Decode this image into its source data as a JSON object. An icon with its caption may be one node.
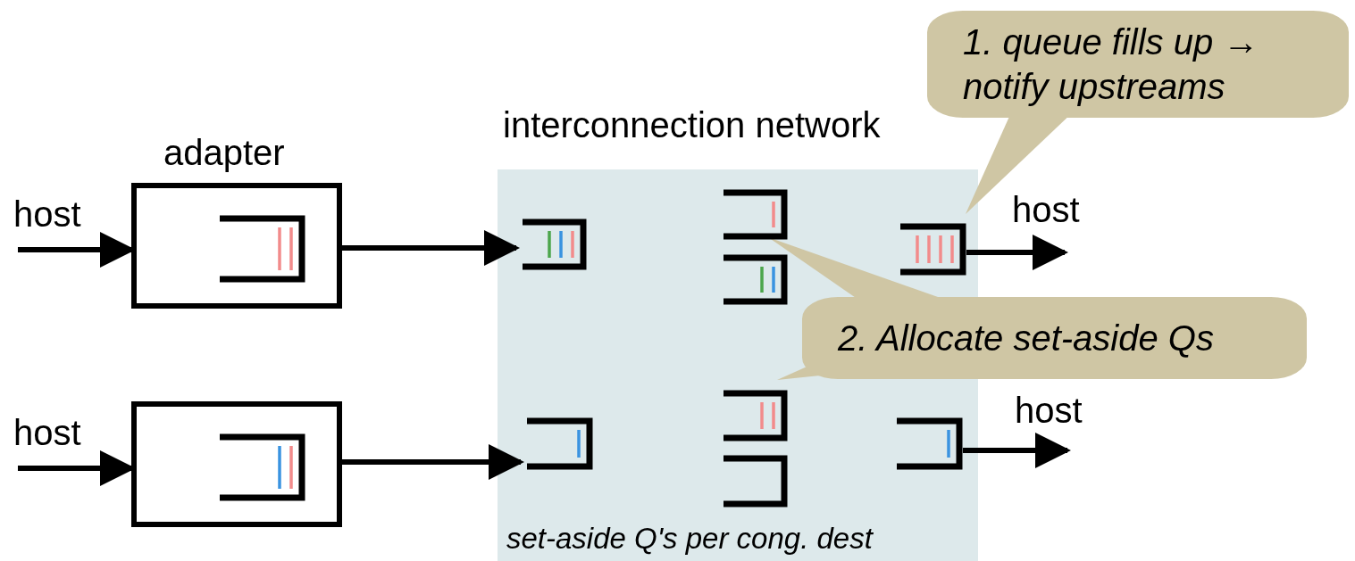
{
  "diagram": {
    "nodes": [
      {
        "text": [
          "host"
        ]
      },
      {
        "text": [
          "adapter"
        ]
      },
      {
        "text": [],
        "shape": "queue",
        "in": 1
      },
      {
        "text": [
          "host"
        ]
      },
      {
        "text": [],
        "shape": "box"
      },
      {
        "text": [],
        "shape": "queue",
        "in": 4
      },
      {
        "text": [
          "interconnection network",
          "set-aside Q's per cong. dest"
        ]
      },
      {
        "text": [],
        "shape": "queue",
        "in": 6
      },
      {
        "text": [],
        "shape": "queue",
        "in": 6
      },
      {
        "text": [],
        "shape": "queue",
        "in": 6
      },
      {
        "text": [],
        "shape": "queue",
        "in": 6
      },
      {
        "text": [],
        "shape": "queue",
        "in": 6
      },
      {
        "text": [],
        "shape": "queue",
        "in": 6
      },
      {
        "text": [],
        "shape": "queue",
        "in": 6
      },
      {
        "text": [],
        "shape": "queue",
        "in": 6
      },
      {
        "text": [
          "host"
        ]
      },
      {
        "text": [
          "host"
        ]
      },
      {
        "text": [
          "1. queue fills up → notify upstreams"
        ]
      },
      {
        "text": [
          "2. Allocate set-aside Qs"
        ]
      }
    ],
    "edges": [
      {
        "from": 0,
        "to": 1,
        "arrow": "to"
      },
      {
        "from": 1,
        "to": 7,
        "arrow": "to"
      },
      {
        "from": 10,
        "to": 15,
        "arrow": "to"
      },
      {
        "from": 3,
        "to": 4,
        "arrow": "to"
      },
      {
        "from": 4,
        "to": 11,
        "arrow": "to"
      },
      {
        "from": 14,
        "to": 16,
        "arrow": "to"
      },
      {
        "from": 17,
        "to": 10,
        "arrow": "none"
      },
      {
        "from": 18,
        "to": 8,
        "arrow": "none"
      },
      {
        "from": 18,
        "to": 12,
        "arrow": "none"
      }
    ]
  }
}
